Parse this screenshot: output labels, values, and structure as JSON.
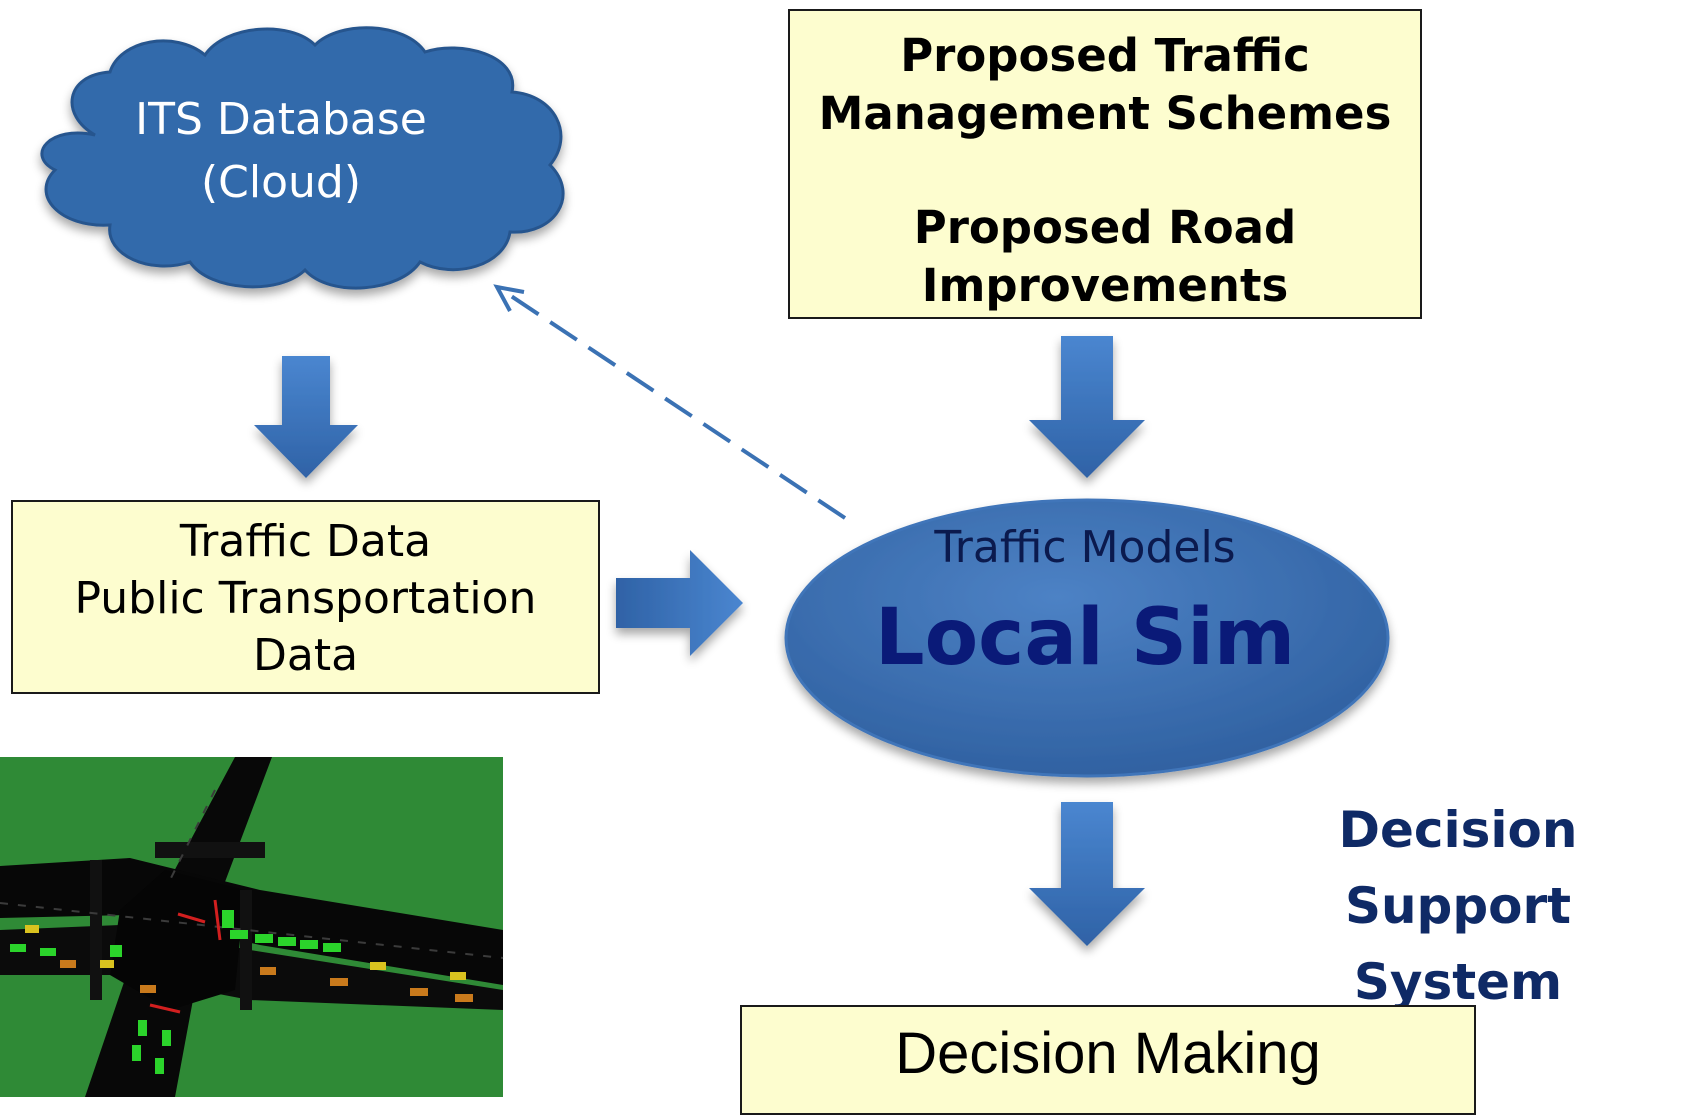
{
  "cloud": {
    "line1": "ITS Database",
    "line2": "(Cloud)"
  },
  "proposals_box": {
    "line1": "Proposed Traffic",
    "line2": "Management Schemes",
    "line3": "Proposed Road",
    "line4": "Improvements"
  },
  "data_box": {
    "line1": "Traffic Data",
    "line2": "Public Transportation",
    "line3": "Data"
  },
  "model": {
    "subtitle": "Traffic Models",
    "title": "Local Sim"
  },
  "decision_support": {
    "line1": "Decision Support",
    "line2": "System"
  },
  "decision_box": {
    "label": "Decision Making"
  },
  "colors": {
    "box_fill": "#fdfdcf",
    "shape_blue": "#3a6eaf",
    "arrow_blue": "#3b76c4",
    "title_navy": "#0a1a78",
    "text_navy": "#0f2a66",
    "sim_green": "#2f8a36"
  }
}
